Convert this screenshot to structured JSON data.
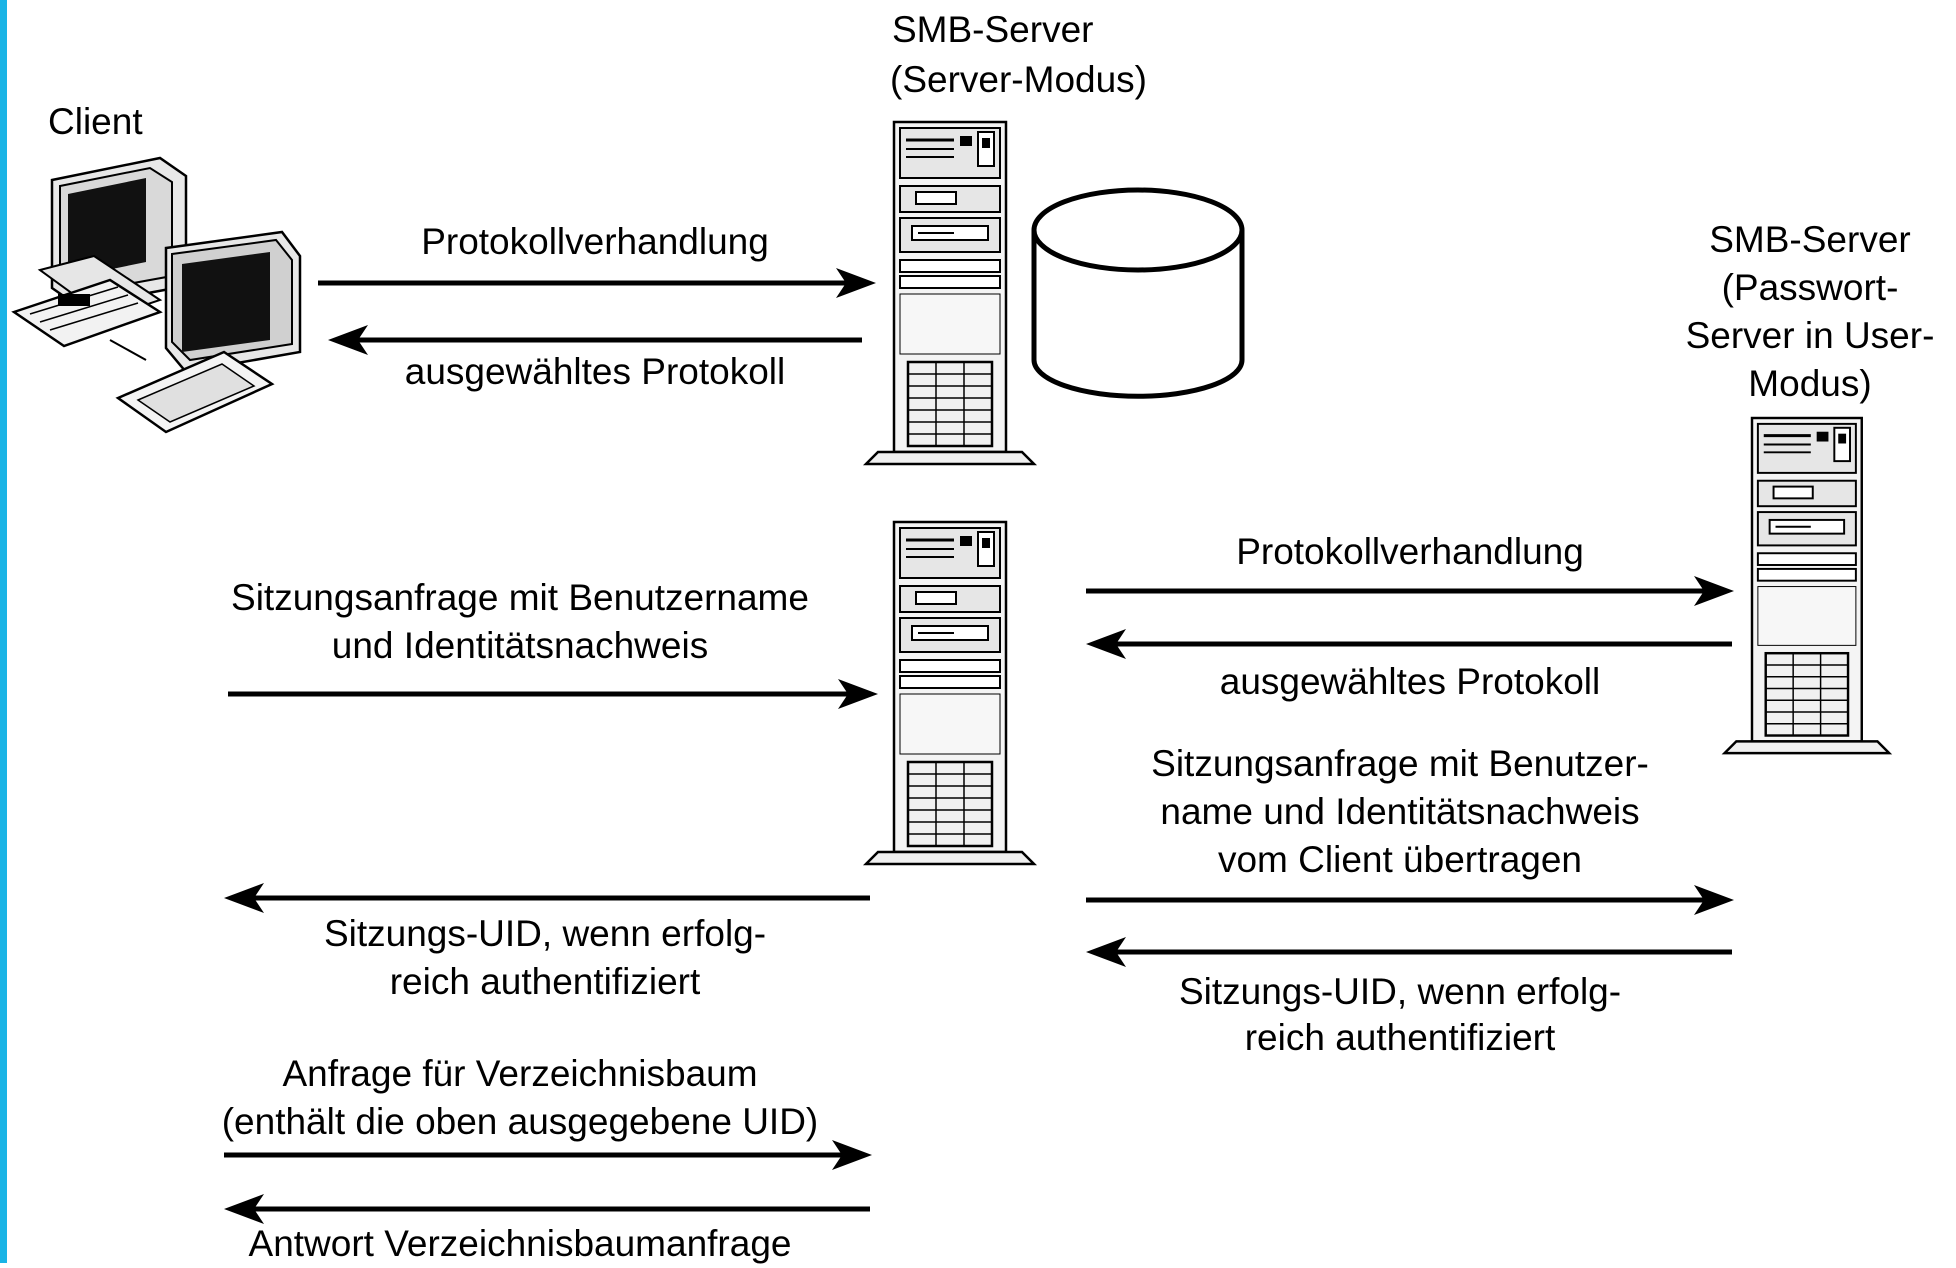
{
  "labels": {
    "client": "Client",
    "server_mode_title_1": "SMB-Server",
    "server_mode_title_2": "(Server-Modus)",
    "password_server_1": "SMB-Server",
    "password_server_2": "(Passwort-",
    "password_server_3": "Server in User-",
    "password_server_4": "Modus)"
  },
  "messages": {
    "protocol_negotiation_top": "Protokollverhandlung",
    "selected_protocol_top": "ausgewähltes Protokoll",
    "session_request_1": "Sitzungsanfrage mit Benutzername",
    "session_request_2": "und Identitätsnachweis",
    "session_uid_left_1": "Sitzungs-UID, wenn erfolg-",
    "session_uid_left_2": "reich authentifiziert",
    "tree_request_1": "Anfrage für Verzeichnisbaum",
    "tree_request_2": "(enthält die oben ausgegebene UID)",
    "tree_response": "Antwort Verzeichnisbaumanfrage",
    "protocol_negotiation_right": "Protokollverhandlung",
    "selected_protocol_right": "ausgewähltes Protokoll",
    "forwarded_request_1": "Sitzungsanfrage mit Benutzer-",
    "forwarded_request_2": "name und Identitätsnachweis",
    "forwarded_request_3": "vom Client übertragen",
    "session_uid_right_1": "Sitzungs-UID, wenn erfolg-",
    "session_uid_right_2": "reich authentifiziert"
  },
  "icons": {
    "client": "computer-workstation-icon",
    "server": "tower-server-icon",
    "storage": "disk-cylinder-icon"
  },
  "colors": {
    "accent_bar": "#19b4e6",
    "ink": "#000000"
  }
}
